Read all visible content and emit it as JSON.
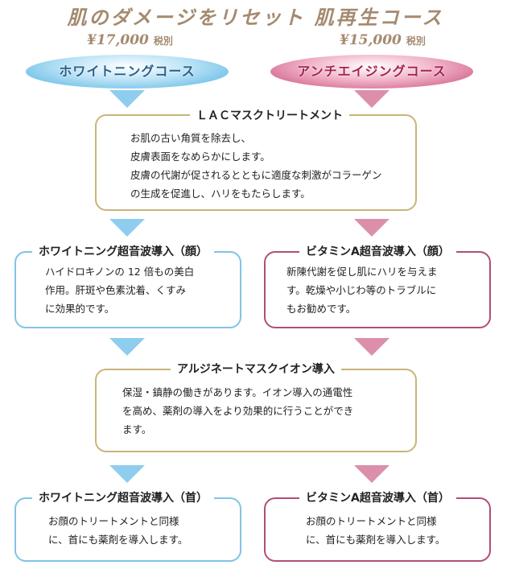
{
  "title": "肌のダメージをリセット 肌再生コース",
  "courses": {
    "whitening": {
      "price": "¥17,000",
      "tax": "税別",
      "label": "ホワイトニングコース",
      "color": "#4fb0e0"
    },
    "antiaging": {
      "price": "¥15,000",
      "tax": "税別",
      "label": "アンチエイジングコース",
      "color": "#c64b7a"
    }
  },
  "steps": {
    "lac": {
      "title": "ＬＡＣマスクトリートメント",
      "text": "お肌の古い角質を除去し、\n皮膚表面をなめらかにします。\n皮膚の代謝が促されるとともに適度な刺激がコラーゲン\nの生成を促進し、ハリをもたらします。"
    },
    "whitening_face": {
      "title": "ホワイトニング超音波導入（顔）",
      "text": "ハイドロキノンの 12 倍もの美白\n作用。肝斑や色素沈着、くすみ\nに効果的です。"
    },
    "vitamin_face": {
      "title": "ビタミンA超音波導入（顔）",
      "text": "新陳代謝を促し肌にハリを与えま\nす。乾燥や小じわ等のトラブルに\nもお勧めです。"
    },
    "alginate": {
      "title": "アルジネートマスクイオン導入",
      "text": "保湿・鎮静の働きがあります。イオン導入の通電性\nを高め、薬剤の導入をより効果的に行うことができ\nます。"
    },
    "whitening_neck": {
      "title": "ホワイトニング超音波導入（首）",
      "text": "お顔のトリートメントと同様\nに、首にも薬剤を導入します。"
    },
    "vitamin_neck": {
      "title": "ビタミンA超音波導入（首）",
      "text": "お顔のトリートメントと同様\nに、首にも薬剤を導入します。"
    }
  },
  "colors": {
    "gold": "#c9b47a",
    "blue": "#7fc4e6",
    "pink": "#b24d79",
    "title": "#a48a6f"
  }
}
